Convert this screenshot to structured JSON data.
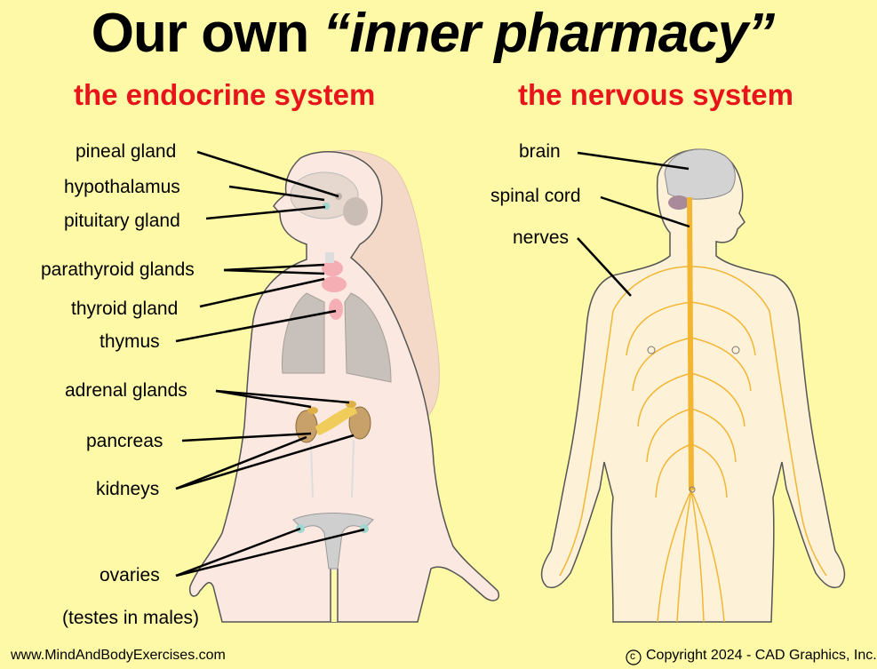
{
  "title": {
    "prefix": "Our own ",
    "emphasis": "“inner pharmacy”"
  },
  "sections": {
    "endocrine": "the endocrine system",
    "nervous": "the nervous system"
  },
  "endocrine_labels": {
    "pineal": "pineal gland",
    "hypothalamus": "hypothalamus",
    "pituitary": "pituitary gland",
    "parathyroid": "parathyroid glands",
    "thyroid": "thyroid gland",
    "thymus": "thymus",
    "adrenal": "adrenal glands",
    "pancreas": "pancreas",
    "kidneys": "kidneys",
    "ovaries": "ovaries",
    "testes": "(testes in males)"
  },
  "nervous_labels": {
    "brain": "brain",
    "spinal": "spinal cord",
    "nerves": "nerves"
  },
  "footer": {
    "website": "www.MindAndBodyExercises.com",
    "copyright": "Copyright 2024 - CAD Graphics, Inc.",
    "copyright_symbol": "c"
  },
  "colors": {
    "background": "#fdf9a6",
    "title": "#000000",
    "subtitle": "#e8141b",
    "body_fill": "#fbe9e1",
    "nerve": "#f2b632"
  },
  "icons": [
    "female-body-figure",
    "male-body-figure",
    "brain-icon",
    "lungs-icon",
    "kidneys-icon",
    "copyright-icon"
  ]
}
